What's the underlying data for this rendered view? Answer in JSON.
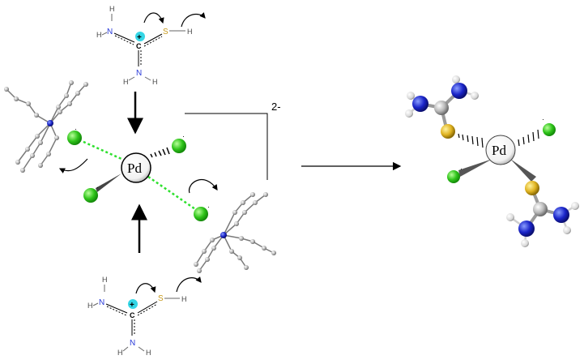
{
  "labels": {
    "Pd": "Pd",
    "charge": "2-",
    "N": "N",
    "H": "H",
    "C": "C",
    "S": "S",
    "plus": "+",
    "minus_dot": "·"
  }
}
